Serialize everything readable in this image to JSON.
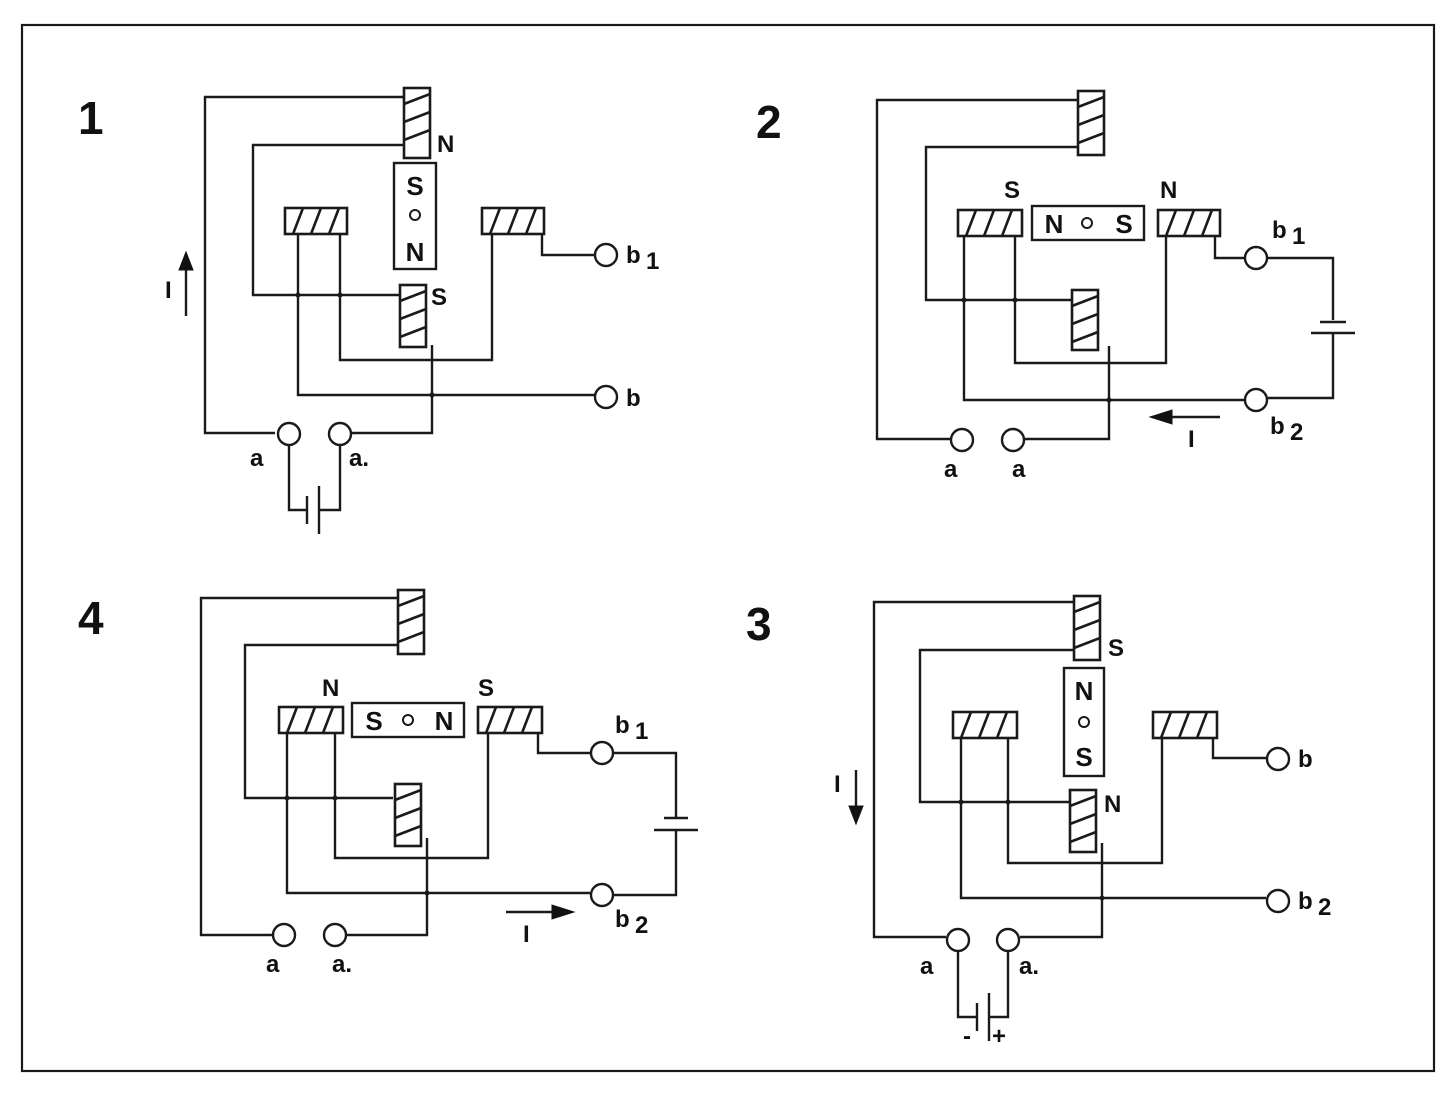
{
  "panels": [
    {
      "number": "1",
      "current": "I",
      "coil_top": "N",
      "coil_bottom": "S",
      "rotor": [
        "S",
        "N"
      ],
      "terminals": {
        "a_left": "a",
        "a_right": "a.",
        "b1": "b",
        "b1_sub": "1",
        "b": "b"
      }
    },
    {
      "number": "2",
      "current": "I",
      "coil_left": "S",
      "coil_right": "N",
      "rotor": [
        "N",
        "S"
      ],
      "terminals": {
        "a_left": "a",
        "a_right": "a",
        "b1": "b",
        "b1_sub": "1",
        "b2": "b",
        "b2_sub": "2"
      }
    },
    {
      "number": "4",
      "current": "I",
      "coil_left": "N",
      "coil_right": "S",
      "rotor": [
        "S",
        "N"
      ],
      "terminals": {
        "a_left": "a",
        "a_right": "a.",
        "b1": "b",
        "b1_sub": "1",
        "b2": "b",
        "b2_sub": "2"
      }
    },
    {
      "number": "3",
      "current": "I",
      "coil_top": "S",
      "coil_bottom": "N",
      "rotor": [
        "N",
        "S"
      ],
      "terminals": {
        "a_left": "a",
        "a_right": "a.",
        "b1": "b",
        "b2": "b",
        "b2_sub": "2"
      },
      "battery": {
        "minus": "-",
        "plus": "+"
      }
    }
  ]
}
